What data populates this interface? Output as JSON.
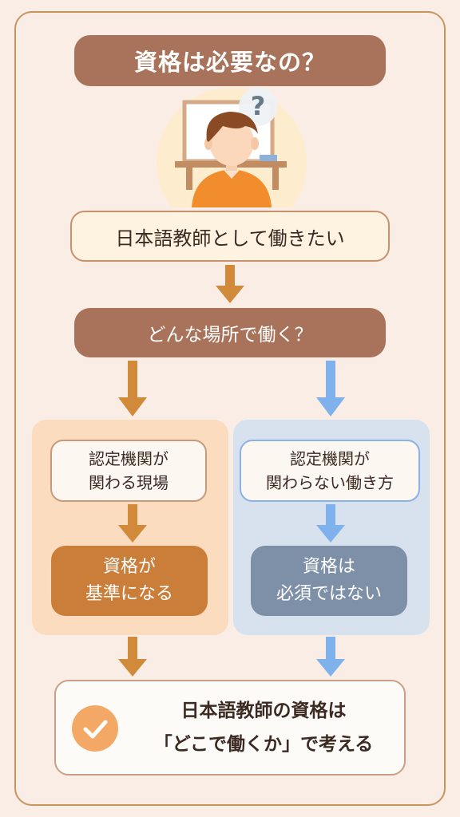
{
  "title": "資格は必要なの？",
  "goal": "日本語教師として働きたい",
  "question": "どんな場所で働く？",
  "left_branch": {
    "condition_line1": "認定機関が",
    "condition_line2": "関わる現場",
    "result_line1": "資格が",
    "result_line2": "基準になる"
  },
  "right_branch": {
    "condition_line1": "認定機関が",
    "condition_line2": "関わらない働き方",
    "result_line1": "資格は",
    "result_line2": "必須ではない"
  },
  "conclusion": {
    "line1": "日本語教師の資格は",
    "line2": "「どこで働くか」で考える"
  },
  "colors": {
    "brown_box": "#a8735a",
    "orange_arrow": "#d08a3a",
    "blue_arrow": "#7fb2ec",
    "left_panel": "#fbdcbe",
    "right_panel": "#d7e2ee",
    "check_circle": "#f3a965"
  },
  "icons": [
    "question-mark-icon",
    "check-icon"
  ]
}
